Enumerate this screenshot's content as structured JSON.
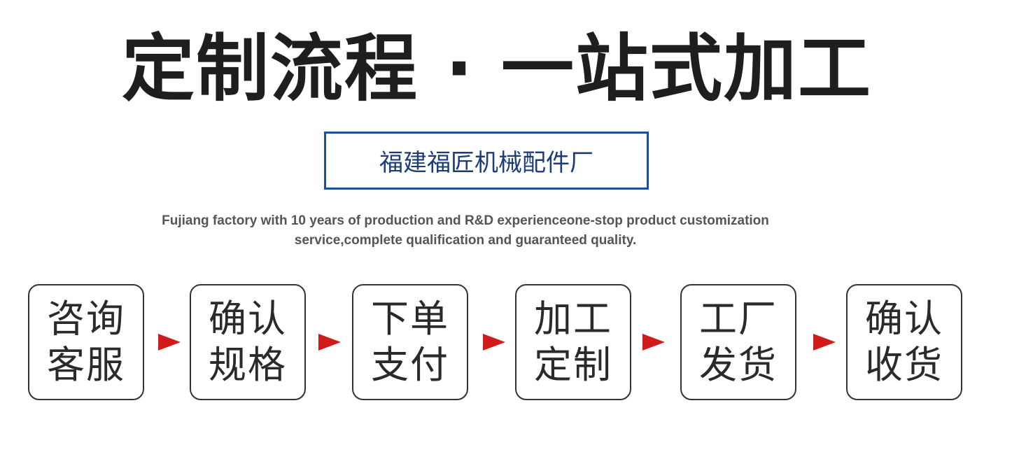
{
  "title": "定制流程 · 一站式加工",
  "company_name": "福建福匠机械配件厂",
  "description": {
    "line1": "Fujiang factory with 10 years of production and R&D experienceone-stop product customization",
    "line2": "service,complete qualification and guaranteed quality."
  },
  "accent_color": "#d11a1a",
  "steps": [
    {
      "line1": "咨询",
      "line2": "客服"
    },
    {
      "line1": "确认",
      "line2": "规格"
    },
    {
      "line1": "下单",
      "line2": "支付"
    },
    {
      "line1": "加工",
      "line2": "定制"
    },
    {
      "line1": "工厂",
      "line2": "发货"
    },
    {
      "line1": "确认",
      "line2": "收货"
    }
  ]
}
